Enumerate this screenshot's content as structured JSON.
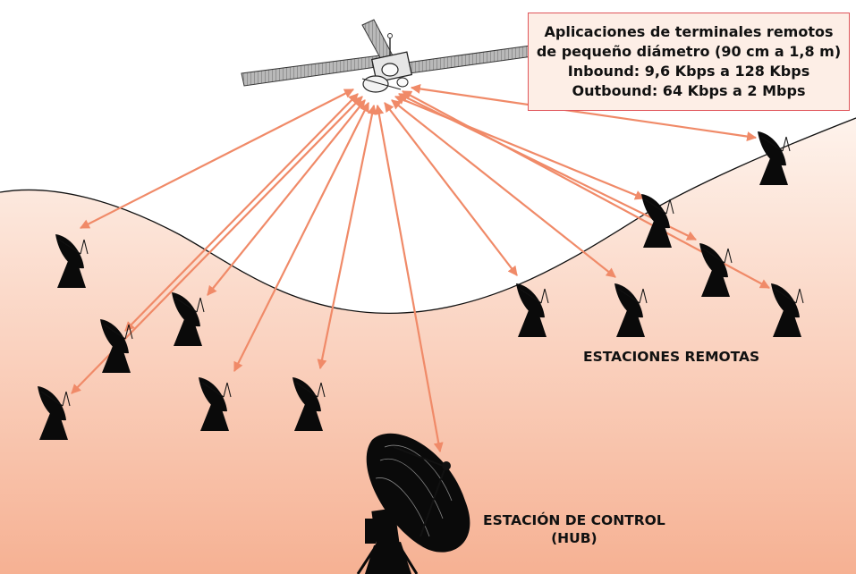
{
  "info_box": {
    "line1": "Aplicaciones de terminales remotos",
    "line2": "de pequeño diámetro (90 cm a 1,8 m)",
    "line3": "Inbound: 9,6 Kbps a 128 Kbps",
    "line4": "Outbound: 64 Kbps a 2 Mbps"
  },
  "labels": {
    "remote_stations": "ESTACIONES REMOTAS",
    "hub_line1": "ESTACIÓN DE CONTROL",
    "hub_line2": "(HUB)"
  },
  "colors": {
    "link_arrow": "#f08a68",
    "ground_gradient_top": "#fde8dc",
    "ground_gradient_bottom": "#f7b79b",
    "box_border": "#e0555a",
    "box_fill": "#fdeee6"
  }
}
